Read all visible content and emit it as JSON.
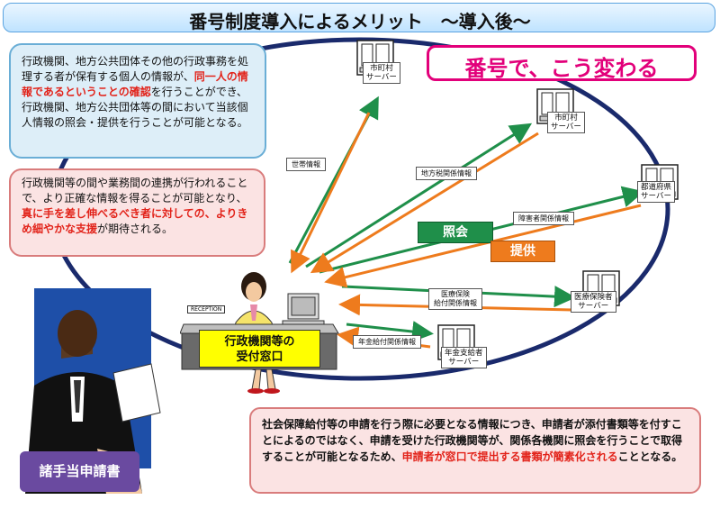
{
  "title": "番号制度導入によるメリット　～導入後～",
  "banner": "番号で、こう変わる",
  "box1": {
    "part1": "行政機関、地方公共団体その他の行政事務を処理する者が保有する個人の情報が、",
    "highlight": "同一人の情報であるということの確認",
    "part2": "を行うことができ、行政機関、地方公共団体等の間において当該個人情報の照会・提供を行うことが可能となる。"
  },
  "box2": {
    "part1": "行政機関等の間や業務間の連携が行われることで、より正確な情報を得ることが可能となり、",
    "highlight": "真に手を差し伸べるべき者に対しての、よりきめ細やかな支援",
    "part2": "が期待される。"
  },
  "box3": {
    "part1": "社会保障給付等の申請を行う際に必要となる情報につき、申請者が添付書類等を付すことによるのではなく、申請を受けた行政機関等が、関係各機関に照会を行うことで取得することが可能となるため、",
    "highlight": "申請者が窓口で提出する書類が簡素化される",
    "part2": "こととなる。"
  },
  "servers": [
    {
      "label": "市町村\nサーバー"
    },
    {
      "label": "市町村\nサーバー"
    },
    {
      "label": "都道府県\nサーバー"
    },
    {
      "label": "医療保険者\nサーバー"
    },
    {
      "label": "年金支給者\nサーバー"
    }
  ],
  "tags": {
    "household": "世帯情報",
    "local_tax": "地方税関係情報",
    "disability": "障害者関係情報",
    "medical": "医療保険\n給付関係情報",
    "pension": "年金給付関係情報"
  },
  "legend": {
    "inquiry": "照会",
    "provide": "提供"
  },
  "counter": "行政機関等の\n受付窓口",
  "reception": "RECEPTION",
  "applicant_doc": "諸手当申請書",
  "colors": {
    "inquiry": "#1f8f4a",
    "provide": "#ee7b1d",
    "accent_red": "#e2231a",
    "banner": "#e2007a",
    "ring": "#1a2a6c"
  }
}
